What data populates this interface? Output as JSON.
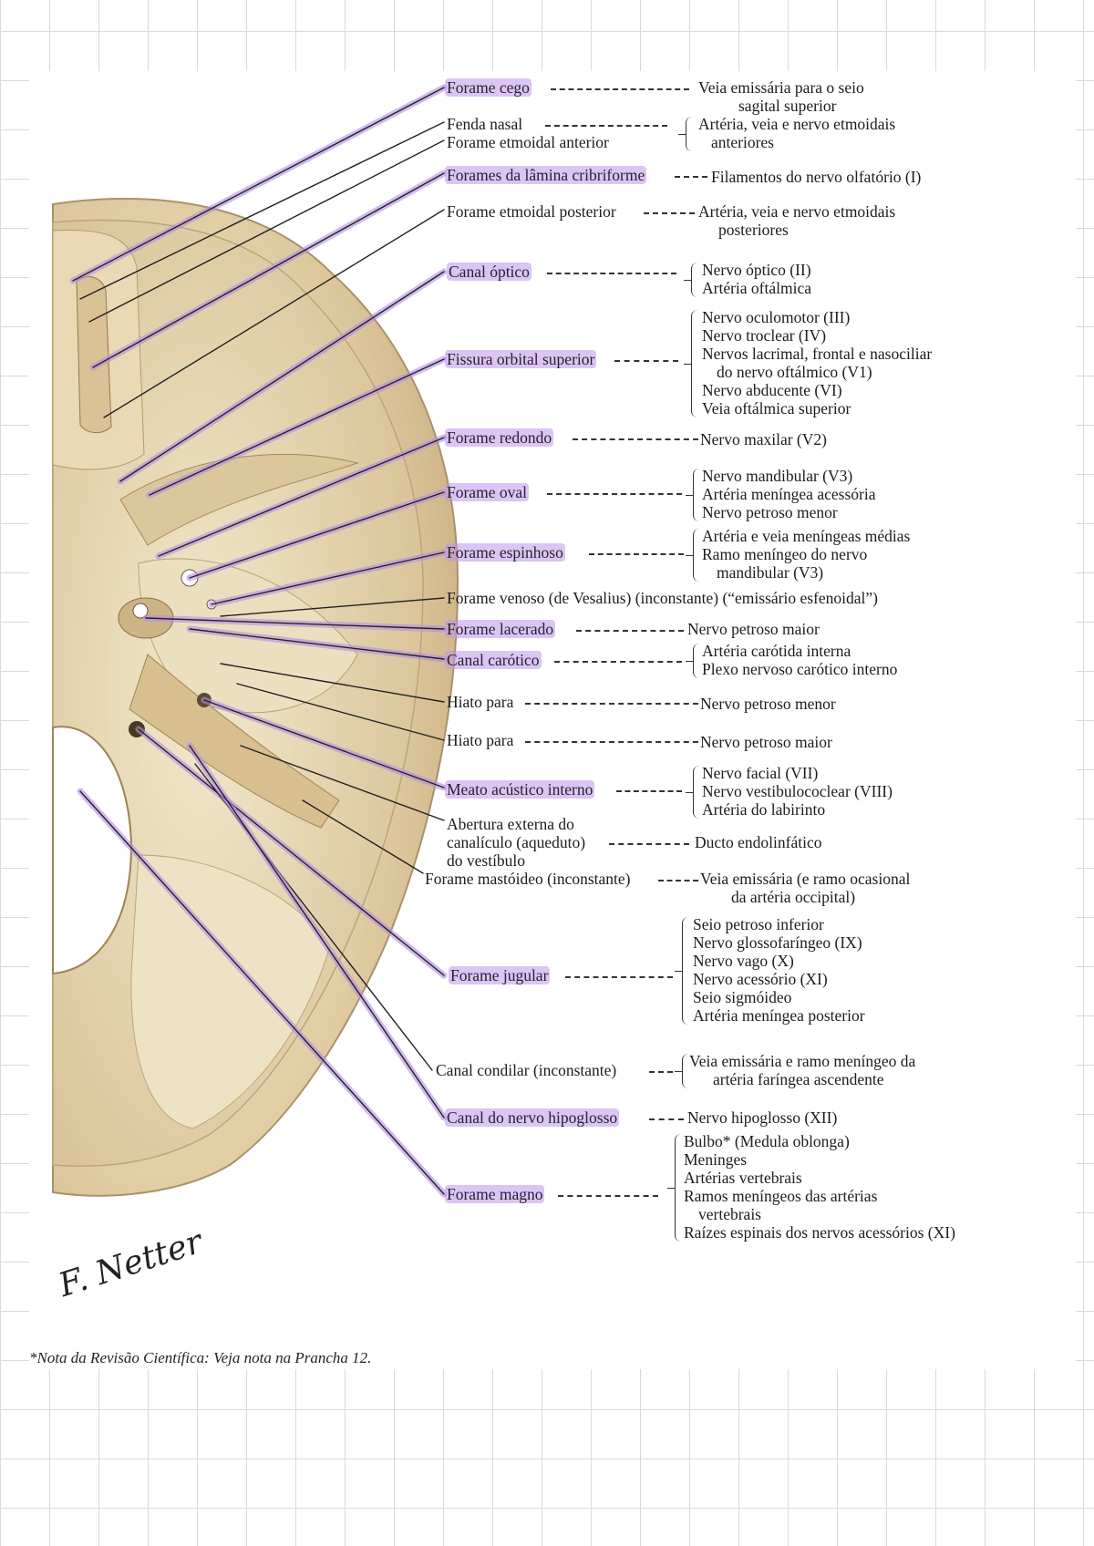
{
  "labels": {
    "forame_cego": "Forame cego",
    "fenda_nasal": "Fenda nasal",
    "forame_etmoidal_anterior": "Forame etmoidal anterior",
    "forames_lamina": "Forames da lâmina cribriforme",
    "forame_etmoidal_posterior": "Forame etmoidal posterior",
    "canal_optico": "Canal óptico",
    "fissura_orbital": "Fissura orbital superior",
    "forame_redondo": "Forame redondo",
    "forame_oval": "Forame oval",
    "forame_espinhoso": "Forame espinhoso",
    "forame_venoso": "Forame venoso (de Vesalius) (inconstante) (“emissário esfenoidal”)",
    "forame_lacerado": "Forame lacerado",
    "canal_carotico": "Canal carótico",
    "hiato_1": "Hiato para",
    "hiato_2": "Hiato para",
    "meato": "Meato acústico interno",
    "abertura": [
      "Abertura externa do",
      "canalículo (aqueduto)",
      "do vestíbulo"
    ],
    "forame_mastoideo": "Forame mastóideo (inconstante)",
    "forame_jugular": "Forame jugular",
    "canal_condilar": "Canal condilar (inconstante)",
    "canal_hipoglosso": "Canal do nervo hipoglosso",
    "forame_magno": "Forame magno"
  },
  "descriptions": {
    "forame_cego": [
      "Veia emissária para o seio",
      "sagital superior"
    ],
    "etmoidais_anteriores": [
      "Artéria, veia e nervo etmoidais",
      "anteriores"
    ],
    "lamina": "Filamentos do nervo olfatório (I)",
    "etmoidais_posteriores": [
      "Artéria, veia e nervo etmoidais",
      "posteriores"
    ],
    "optico": [
      "Nervo óptico (II)",
      "Artéria oftálmica"
    ],
    "fissura": [
      "Nervo oculomotor (III)",
      "Nervo troclear (IV)",
      "Nervos lacrimal, frontal e nasociliar",
      "do nervo oftálmico (V1)",
      "Nervo abducente (VI)",
      "Veia oftálmica superior"
    ],
    "redondo": "Nervo maxilar (V2)",
    "oval": [
      "Nervo mandibular (V3)",
      "Artéria meníngea acessória",
      "Nervo petroso menor"
    ],
    "espinhoso": [
      "Artéria e veia meníngeas médias",
      "Ramo meníngeo do nervo",
      "mandibular (V3)"
    ],
    "lacerado": "Nervo petroso maior",
    "carotico": [
      "Artéria carótida interna",
      "Plexo nervoso carótico interno"
    ],
    "hiato_1": "Nervo petroso menor",
    "hiato_2": "Nervo petroso maior",
    "meato": [
      "Nervo facial (VII)",
      "Nervo vestibulococlear (VIII)",
      "Artéria do labirinto"
    ],
    "abertura": "Ducto endolinfático",
    "mastoideo": [
      "Veia emissária (e ramo ocasional",
      "da artéria occipital)"
    ],
    "jugular": [
      "Seio petroso inferior",
      "Nervo glossofaríngeo (IX)",
      "Nervo vago (X)",
      "Nervo acessório (XI)",
      "Seio sigmóideo",
      "Artéria meníngea posterior"
    ],
    "condilar": [
      "Veia emissária e ramo meníngeo da",
      "artéria faríngea ascendente"
    ],
    "hipoglosso": "Nervo hipoglosso (XII)",
    "magno": [
      "Bulbo* (Medula oblonga)",
      "Meninges",
      "Artérias vertebrais",
      "Ramos meníngeos das artérias",
      "vertebrais",
      "Raízes espinais dos nervos acessórios (XI)"
    ]
  },
  "footnote": "*Nota da Revisão Científica: Veja nota na Prancha 12.",
  "signature": "F. Netter",
  "colors": {
    "bone": "#e8d6b0",
    "bone_shadow": "#c9b184",
    "highlight": "#b48ce6",
    "ink": "#1c1c1c"
  }
}
